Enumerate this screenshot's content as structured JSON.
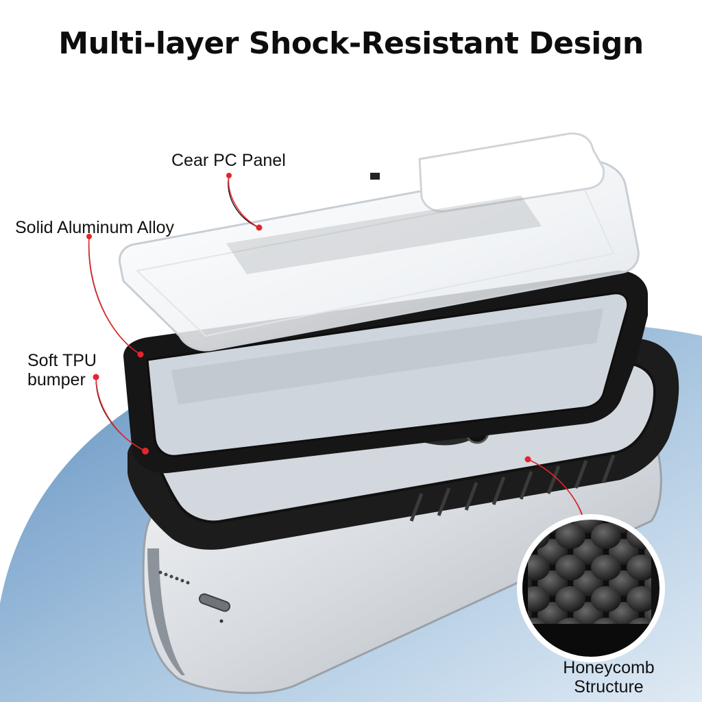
{
  "title": "Multi-layer Shock-Resistant Design",
  "callouts": {
    "pc_panel": "Cear PC Panel",
    "aluminum": "Solid Aluminum Alloy",
    "tpu": {
      "line1": "Soft TPU",
      "line2": "bumper"
    },
    "honeycomb": {
      "line1": "Honeycomb",
      "line2": "Structure"
    }
  },
  "colors": {
    "accent_red": "#e5252a",
    "backdrop_blue": "#7fa6c9",
    "frame_black": "#1b1b1b"
  }
}
